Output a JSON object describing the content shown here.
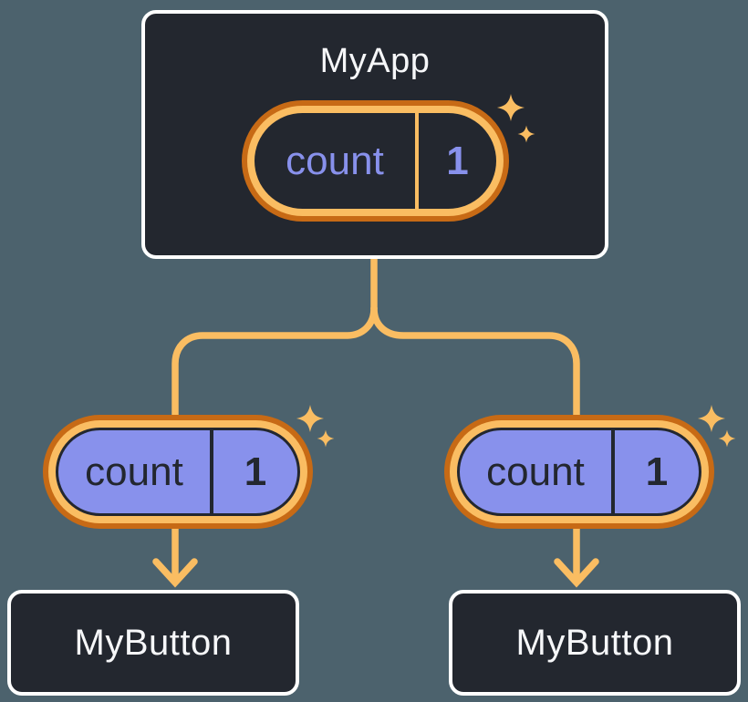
{
  "canvas": {
    "background_color": "#4C626D"
  },
  "colors": {
    "node_background": "#23272F",
    "node_border": "#FFFFFF",
    "node_text": "#F6F7F9",
    "orange_dark": "#C76A15",
    "orange_light": "#FABD62",
    "connector": "#FABD62",
    "purple_state": "#8891EC",
    "dark_text": "#23272F"
  },
  "icons": {
    "sparkle_glyph": "✦"
  },
  "tree": {
    "root": {
      "label": "MyApp",
      "state": {
        "name": "count",
        "value": "1"
      }
    },
    "children": [
      {
        "label": "MyButton",
        "state": {
          "name": "count",
          "value": "1"
        }
      },
      {
        "label": "MyButton",
        "state": {
          "name": "count",
          "value": "1"
        }
      }
    ]
  }
}
